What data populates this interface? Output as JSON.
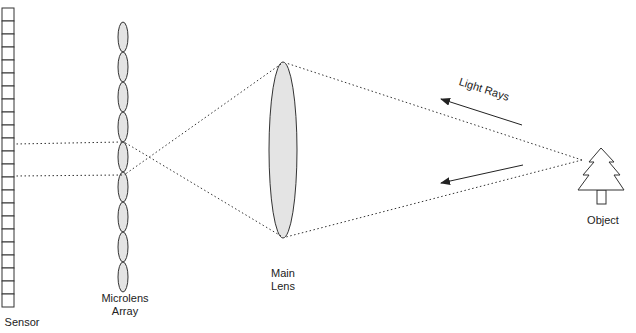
{
  "diagram": {
    "labels": [
      "Light Rays",
      "Object",
      "Main Lens",
      "Microlens Array",
      "Sensor"
    ]
  }
}
